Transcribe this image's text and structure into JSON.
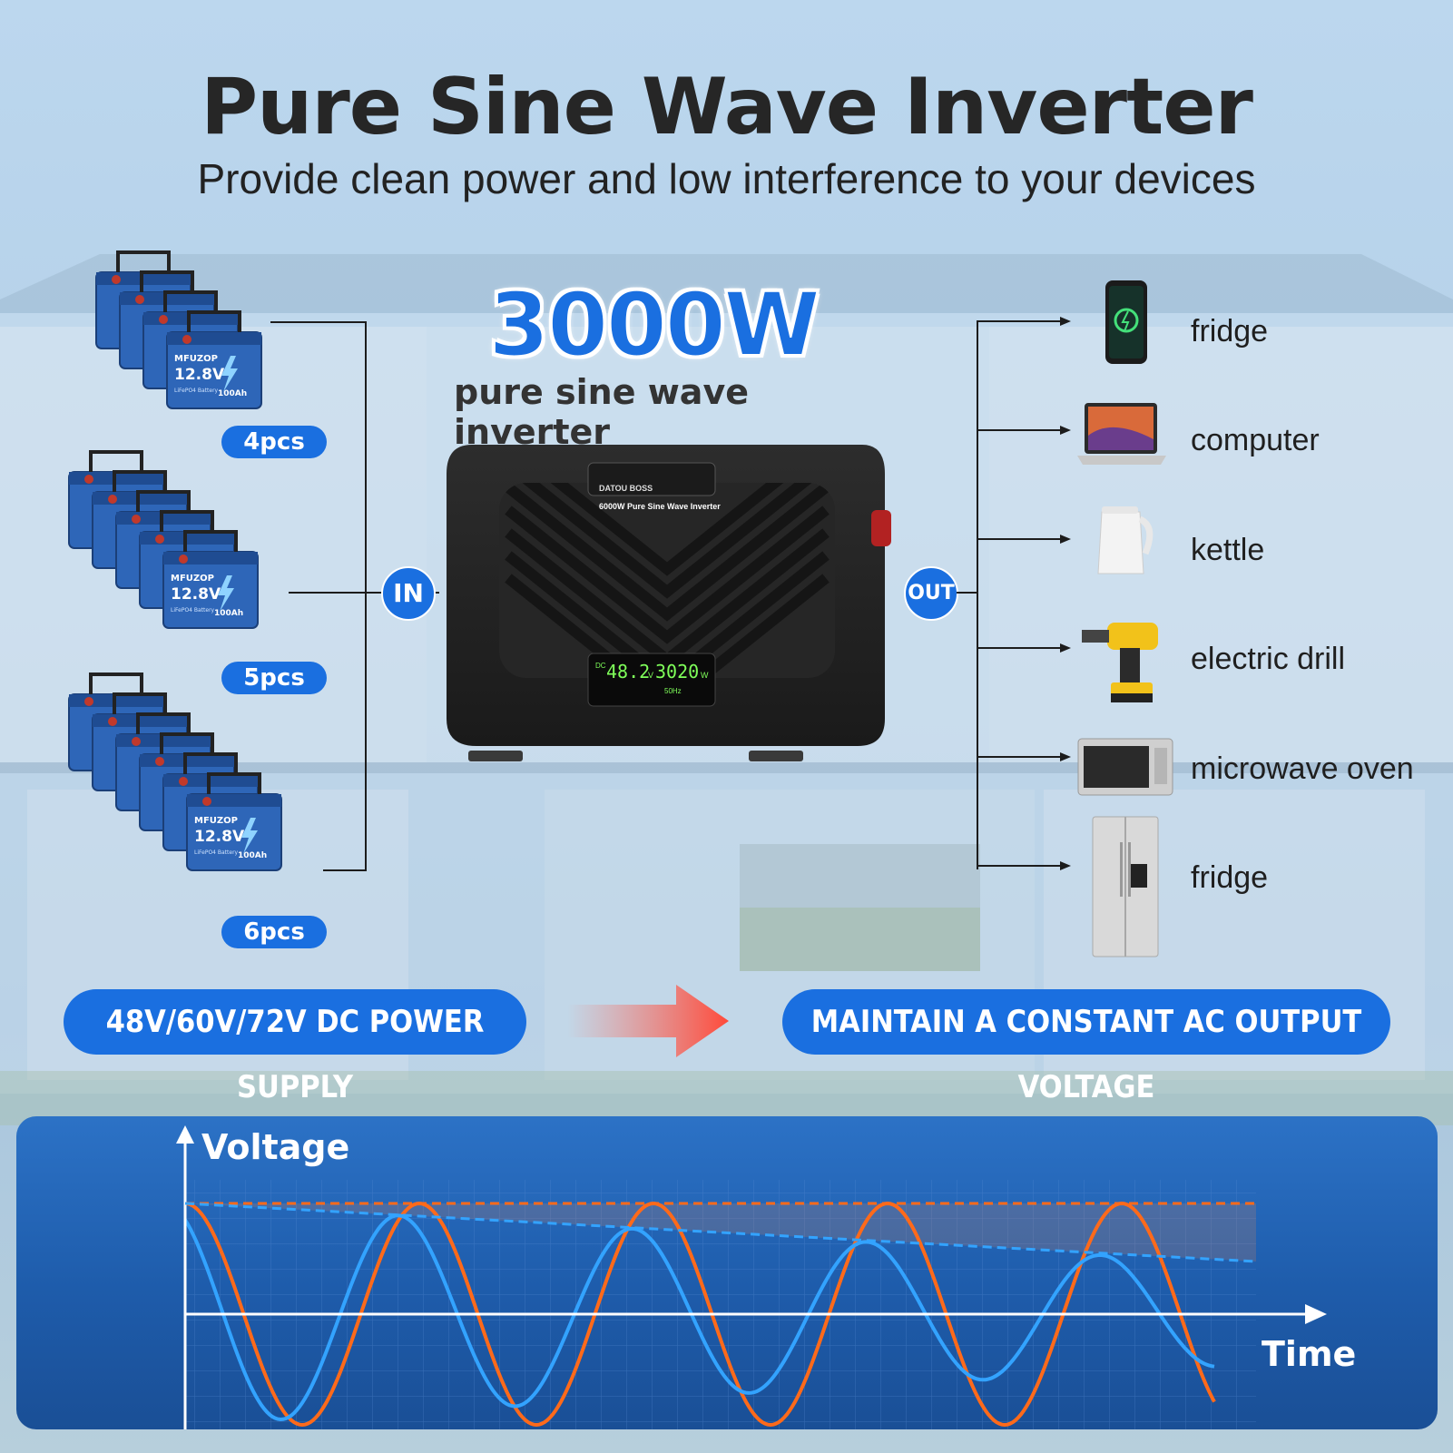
{
  "header": {
    "title": "Pure Sine Wave Inverter",
    "subtitle": "Provide clean power and low interference to your devices"
  },
  "product": {
    "power_rating": "3000W",
    "power_description": "pure sine wave inverter",
    "brand_label": "DATOU BOSS",
    "model_label": "6000W Pure Sine Wave Inverter",
    "display": {
      "dc_tag": "DC",
      "input_voltage": "48.2",
      "input_unit": "V",
      "output_watts": "3020",
      "output_unit": "W",
      "frequency": "50Hz"
    }
  },
  "batteries": {
    "brand": "MFUZOP",
    "voltage": "12.8V",
    "capacity": "100Ah",
    "type": "LiFePO4 Battery",
    "groups": [
      {
        "quantity_label": "4pcs",
        "count": 4
      },
      {
        "quantity_label": "5pcs",
        "count": 5
      },
      {
        "quantity_label": "6pcs",
        "count": 6
      }
    ]
  },
  "connectors": {
    "input_label": "IN",
    "output_label": "OUT"
  },
  "devices": [
    {
      "label": "fridge",
      "icon": "smartphone-icon"
    },
    {
      "label": "computer",
      "icon": "laptop-icon"
    },
    {
      "label": "kettle",
      "icon": "kettle-icon"
    },
    {
      "label": "electric drill",
      "icon": "drill-icon"
    },
    {
      "label": "microwave oven",
      "icon": "oven-icon"
    },
    {
      "label": "fridge",
      "icon": "refrigerator-icon"
    }
  ],
  "bottom_banners": {
    "input": "48V/60V/72V DC POWER SUPPLY",
    "output": "MAINTAIN A CONSTANT AC OUTPUT VOLTAGE"
  },
  "chart": {
    "y_label": "Voltage",
    "x_label": "Time"
  },
  "colors": {
    "accent_blue": "#1a6fe0",
    "wave_orange": "#ff6a1a",
    "wave_blue": "#33a3ff",
    "panel_blue": "#1e5cab"
  }
}
